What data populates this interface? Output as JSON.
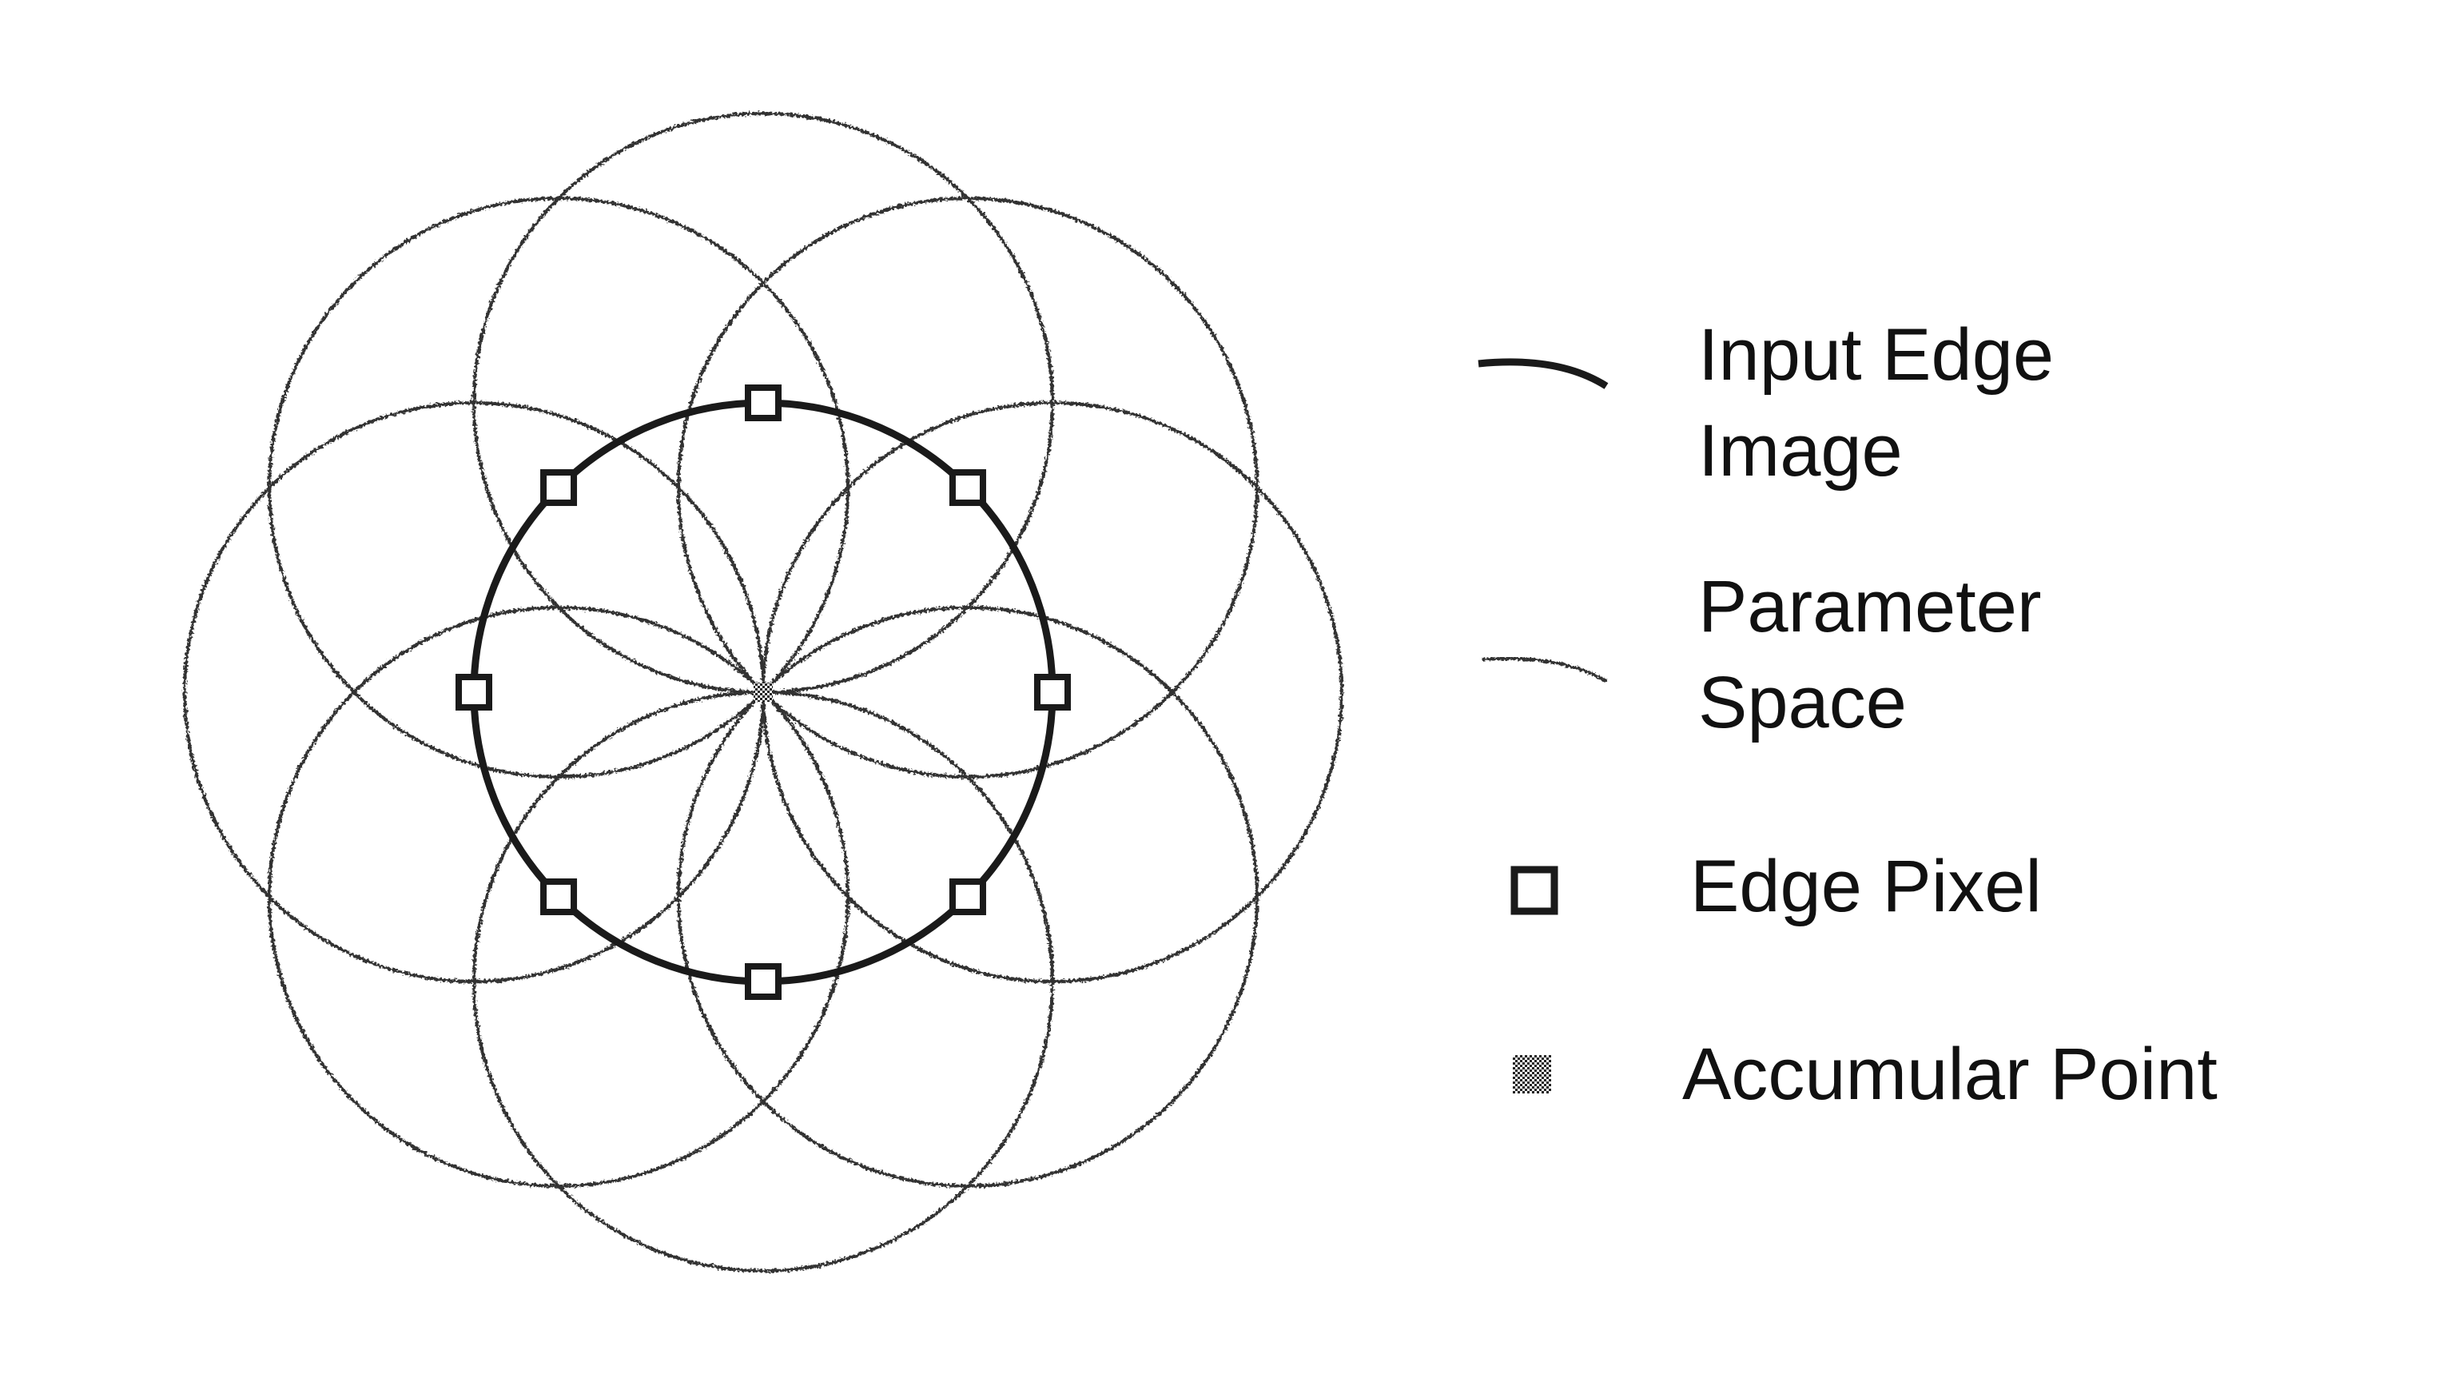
{
  "colors": {
    "stroke": "#1a1a1a",
    "param_stroke": "#333333",
    "background": "#ffffff"
  },
  "diagram": {
    "edge_pixel_count": 8,
    "parameter_circle_count": 8
  },
  "legend": {
    "items": [
      {
        "id": "input-edge",
        "lines": [
          "Input Edge",
          "Image"
        ],
        "symbol": "solid-arc"
      },
      {
        "id": "parameter-space",
        "lines": [
          "Parameter",
          "Space"
        ],
        "symbol": "wavy-line"
      },
      {
        "id": "edge-pixel",
        "lines": [
          "Edge Pixel"
        ],
        "symbol": "hollow-square"
      },
      {
        "id": "accumulator-point",
        "lines": [
          "Accumular Point"
        ],
        "symbol": "hatched-square"
      }
    ]
  }
}
